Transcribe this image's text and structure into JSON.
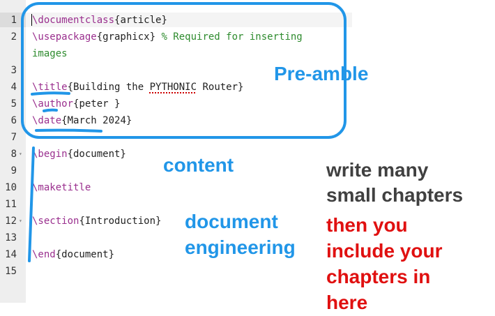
{
  "editor": {
    "lines": [
      {
        "num": "1",
        "parts": [
          {
            "t": "\\documentclass",
            "c": "cmd"
          },
          {
            "t": "{article}",
            "c": ""
          }
        ]
      },
      {
        "num": "2",
        "parts": [
          {
            "t": "\\usepackage",
            "c": "cmd"
          },
          {
            "t": "{graphicx} ",
            "c": ""
          },
          {
            "t": "% Required for inserting",
            "c": "comment"
          }
        ]
      },
      {
        "num": "",
        "parts": [
          {
            "t": "images",
            "c": "comment"
          }
        ]
      },
      {
        "num": "3",
        "parts": []
      },
      {
        "num": "4",
        "parts": [
          {
            "t": "\\title",
            "c": "cmd"
          },
          {
            "t": "{Building the ",
            "c": ""
          },
          {
            "t": "PYTHONIC",
            "c": "squiggle"
          },
          {
            "t": " Router}",
            "c": ""
          }
        ]
      },
      {
        "num": "5",
        "parts": [
          {
            "t": "\\author",
            "c": "cmd"
          },
          {
            "t": "{peter }",
            "c": ""
          }
        ]
      },
      {
        "num": "6",
        "parts": [
          {
            "t": "\\date",
            "c": "cmd"
          },
          {
            "t": "{March 2024}",
            "c": ""
          }
        ]
      },
      {
        "num": "7",
        "parts": []
      },
      {
        "num": "8",
        "fold": true,
        "parts": [
          {
            "t": "\\begin",
            "c": "cmd"
          },
          {
            "t": "{document}",
            "c": ""
          }
        ]
      },
      {
        "num": "9",
        "parts": []
      },
      {
        "num": "10",
        "parts": [
          {
            "t": "\\maketitle",
            "c": "cmd"
          }
        ]
      },
      {
        "num": "11",
        "parts": []
      },
      {
        "num": "12",
        "fold": true,
        "parts": [
          {
            "t": "\\section",
            "c": "cmd"
          },
          {
            "t": "{Introduction}",
            "c": ""
          }
        ]
      },
      {
        "num": "13",
        "parts": []
      },
      {
        "num": "14",
        "parts": [
          {
            "t": "\\end",
            "c": "cmd"
          },
          {
            "t": "{document}",
            "c": ""
          }
        ]
      },
      {
        "num": "15",
        "parts": []
      }
    ],
    "fold_glyph": "▾"
  },
  "annotations": {
    "preamble": "Pre-amble",
    "content": "content",
    "document_engineering": [
      "document",
      "engineering"
    ],
    "write_many": [
      "write many",
      "small chapters"
    ],
    "then_include": [
      "then you",
      "include your",
      "chapters in",
      "here"
    ]
  },
  "colors": {
    "command": "#9a2f8e",
    "comment": "#2e8b2e",
    "annotation_blue": "#2196e8",
    "annotation_gray": "#404040",
    "annotation_red": "#e01010"
  }
}
